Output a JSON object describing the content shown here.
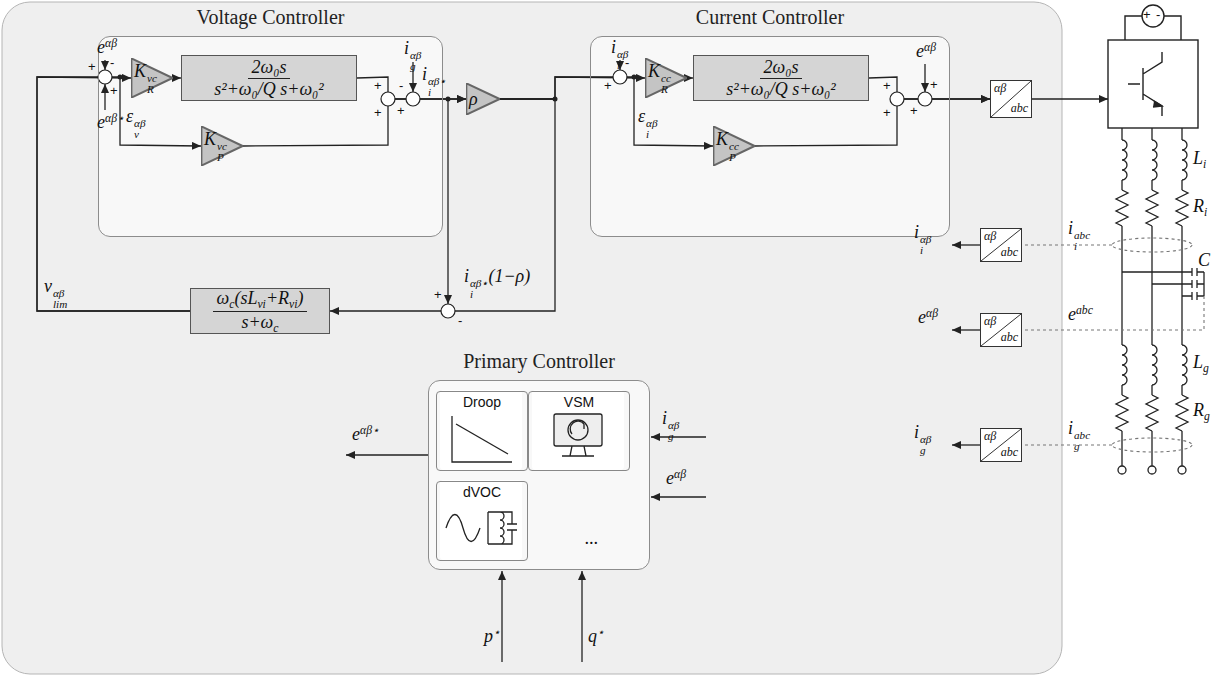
{
  "diagram": {
    "nodes": [
      {
        "text": [
          "Voltage Controller"
        ]
      },
      {
        "text": [
          "KRvc"
        ],
        "in": 0
      },
      {
        "text": [
          "2ω₀s",
          "s²+ω₀/Q s+ω₀²"
        ],
        "in": 0
      },
      {
        "text": [
          "KPvc"
        ],
        "in": 0
      },
      {
        "text": [
          "Current Controller"
        ]
      },
      {
        "text": [
          "KRcc"
        ],
        "in": 4
      },
      {
        "text": [
          "2ω₀s",
          "s²+ω₀/Q s+ω₀²"
        ],
        "in": 4
      },
      {
        "text": [
          "KPcc"
        ],
        "in": 4
      },
      {
        "text": [
          "ρ"
        ]
      },
      {
        "text": [
          "αβ",
          "abc"
        ]
      },
      {
        "text": [
          "ωc(sLvi+Rvi)",
          "s+ωc"
        ]
      },
      {
        "text": [
          "Primary Controller"
        ]
      },
      {
        "text": [
          "Droop"
        ],
        "in": 11
      },
      {
        "text": [
          "VSM"
        ],
        "in": 11
      },
      {
        "text": [
          "dVOC"
        ],
        "in": 11
      },
      {
        "text": [
          "αβ",
          "abc"
        ]
      },
      {
        "text": [
          "αβ",
          "abc"
        ]
      },
      {
        "text": [
          "αβ",
          "abc"
        ]
      }
    ],
    "edges": [
      {
        "from": 1,
        "to": 2,
        "arrow": "to"
      },
      {
        "from": 2,
        "to": 8,
        "arrow": "to"
      },
      {
        "from": 3,
        "to": 8,
        "arrow": "to"
      },
      {
        "from": 8,
        "to": 5,
        "arrow": "to"
      },
      {
        "from": 8,
        "to": 7,
        "arrow": "to"
      },
      {
        "from": 5,
        "to": 6,
        "arrow": "to"
      },
      {
        "from": 6,
        "to": 9,
        "arrow": "to"
      },
      {
        "from": 7,
        "to": 9,
        "arrow": "to"
      },
      {
        "from": 8,
        "to": 10,
        "arrow": "to"
      },
      {
        "from": 10,
        "to": 1,
        "arrow": "to"
      },
      {
        "from": 10,
        "to": 3,
        "arrow": "to"
      }
    ],
    "labels": [
      "eαβ",
      "-",
      "+",
      "+",
      "eαβ⋆",
      "εvαβ",
      "+",
      "+",
      "igαβ",
      "-",
      "+",
      "iiαβ⋆",
      "vlimαβ",
      "+",
      "-",
      "iiαβ⋆(1−ρ)",
      "iiαβ",
      "-",
      "+",
      "εiαβ",
      "+",
      "+",
      "eαβ",
      "+",
      "+",
      "+",
      "-",
      "Li",
      "Ri",
      "iiabc",
      "iiαβ",
      "C",
      "eabc",
      "eαβ",
      "Lg",
      "Rg",
      "igabc",
      "igαβ",
      "eαβ⋆",
      "igαβ",
      "eαβ",
      "p⋆",
      "q⋆",
      "..."
    ]
  }
}
